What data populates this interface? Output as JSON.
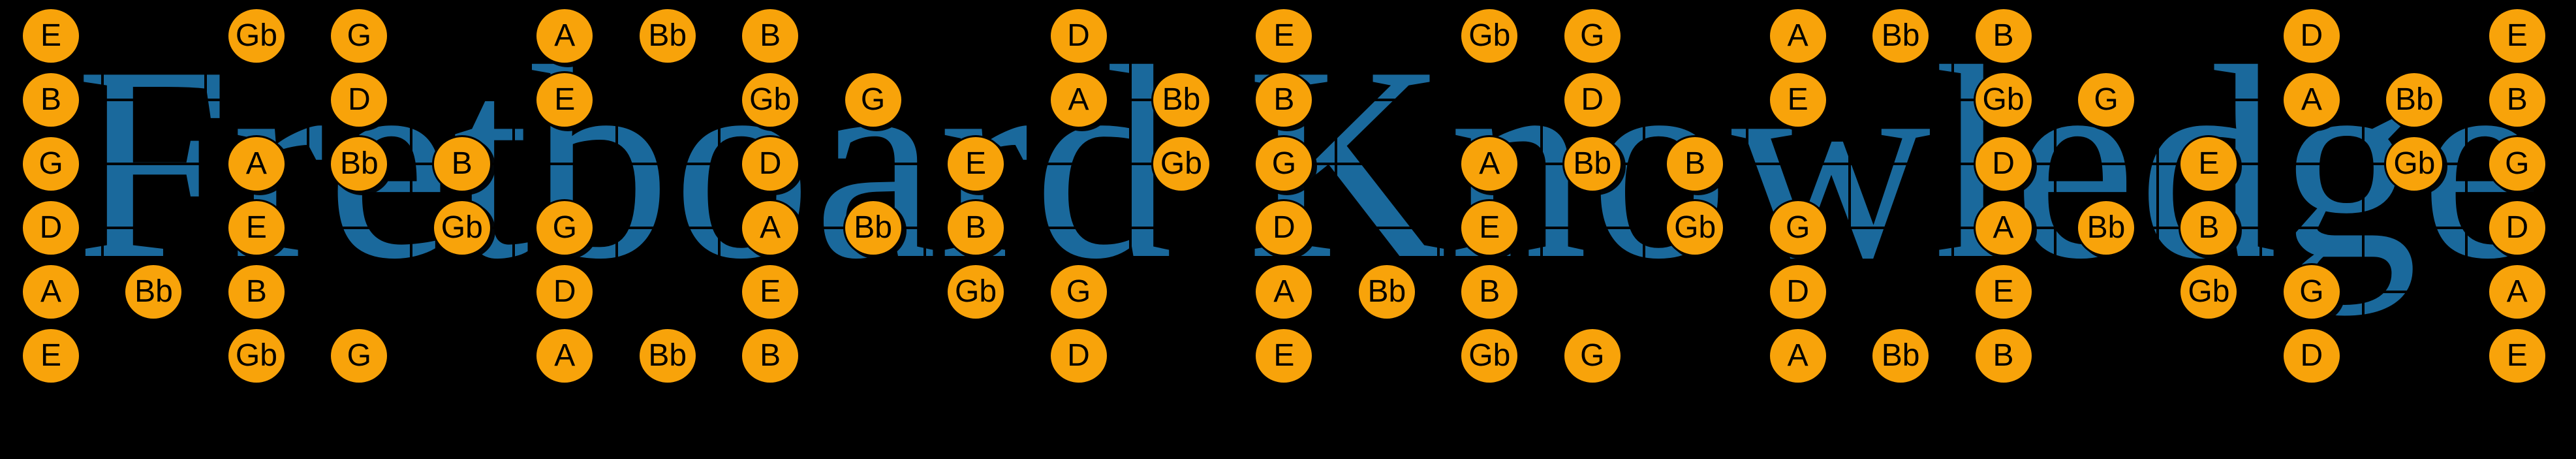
{
  "title": {
    "text": "Fretboard Knowledge",
    "color": "#1A699C"
  },
  "fretboard": {
    "string_count": 6,
    "fret_count": 24,
    "tuning_top_to_bottom": [
      "E",
      "B",
      "G",
      "D",
      "A",
      "E"
    ],
    "note_set": [
      "E",
      "Gb",
      "G",
      "A",
      "Bb",
      "B",
      "D"
    ],
    "colors": {
      "background": "#000000",
      "grid_line": "#000000",
      "marker_fill": "#F8A30A",
      "marker_outline": "#000000",
      "marker_text": "#000000"
    },
    "strings": [
      {
        "name": "string-1-high-E",
        "open_note": "E",
        "notes": [
          {
            "fret": 0,
            "note": "E"
          },
          {
            "fret": 2,
            "note": "Gb"
          },
          {
            "fret": 3,
            "note": "G"
          },
          {
            "fret": 5,
            "note": "A"
          },
          {
            "fret": 6,
            "note": "Bb"
          },
          {
            "fret": 7,
            "note": "B"
          },
          {
            "fret": 10,
            "note": "D"
          },
          {
            "fret": 12,
            "note": "E"
          },
          {
            "fret": 14,
            "note": "Gb"
          },
          {
            "fret": 15,
            "note": "G"
          },
          {
            "fret": 17,
            "note": "A"
          },
          {
            "fret": 18,
            "note": "Bb"
          },
          {
            "fret": 19,
            "note": "B"
          },
          {
            "fret": 22,
            "note": "D"
          },
          {
            "fret": 24,
            "note": "E"
          }
        ]
      },
      {
        "name": "string-2-B",
        "open_note": "B",
        "notes": [
          {
            "fret": 0,
            "note": "B"
          },
          {
            "fret": 3,
            "note": "D"
          },
          {
            "fret": 5,
            "note": "E"
          },
          {
            "fret": 7,
            "note": "Gb"
          },
          {
            "fret": 8,
            "note": "G"
          },
          {
            "fret": 10,
            "note": "A"
          },
          {
            "fret": 11,
            "note": "Bb"
          },
          {
            "fret": 12,
            "note": "B"
          },
          {
            "fret": 15,
            "note": "D"
          },
          {
            "fret": 17,
            "note": "E"
          },
          {
            "fret": 19,
            "note": "Gb"
          },
          {
            "fret": 20,
            "note": "G"
          },
          {
            "fret": 22,
            "note": "A"
          },
          {
            "fret": 23,
            "note": "Bb"
          },
          {
            "fret": 24,
            "note": "B"
          }
        ]
      },
      {
        "name": "string-3-G",
        "open_note": "G",
        "notes": [
          {
            "fret": 0,
            "note": "G"
          },
          {
            "fret": 2,
            "note": "A"
          },
          {
            "fret": 3,
            "note": "Bb"
          },
          {
            "fret": 4,
            "note": "B"
          },
          {
            "fret": 7,
            "note": "D"
          },
          {
            "fret": 9,
            "note": "E"
          },
          {
            "fret": 11,
            "note": "Gb"
          },
          {
            "fret": 12,
            "note": "G"
          },
          {
            "fret": 14,
            "note": "A"
          },
          {
            "fret": 15,
            "note": "Bb"
          },
          {
            "fret": 16,
            "note": "B"
          },
          {
            "fret": 19,
            "note": "D"
          },
          {
            "fret": 21,
            "note": "E"
          },
          {
            "fret": 23,
            "note": "Gb"
          },
          {
            "fret": 24,
            "note": "G"
          }
        ]
      },
      {
        "name": "string-4-D",
        "open_note": "D",
        "notes": [
          {
            "fret": 0,
            "note": "D"
          },
          {
            "fret": 2,
            "note": "E"
          },
          {
            "fret": 4,
            "note": "Gb"
          },
          {
            "fret": 5,
            "note": "G"
          },
          {
            "fret": 7,
            "note": "A"
          },
          {
            "fret": 8,
            "note": "Bb"
          },
          {
            "fret": 9,
            "note": "B"
          },
          {
            "fret": 12,
            "note": "D"
          },
          {
            "fret": 14,
            "note": "E"
          },
          {
            "fret": 16,
            "note": "Gb"
          },
          {
            "fret": 17,
            "note": "G"
          },
          {
            "fret": 19,
            "note": "A"
          },
          {
            "fret": 20,
            "note": "Bb"
          },
          {
            "fret": 21,
            "note": "B"
          },
          {
            "fret": 24,
            "note": "D"
          }
        ]
      },
      {
        "name": "string-5-A",
        "open_note": "A",
        "notes": [
          {
            "fret": 0,
            "note": "A"
          },
          {
            "fret": 1,
            "note": "Bb"
          },
          {
            "fret": 2,
            "note": "B"
          },
          {
            "fret": 5,
            "note": "D"
          },
          {
            "fret": 7,
            "note": "E"
          },
          {
            "fret": 9,
            "note": "Gb"
          },
          {
            "fret": 10,
            "note": "G"
          },
          {
            "fret": 12,
            "note": "A"
          },
          {
            "fret": 13,
            "note": "Bb"
          },
          {
            "fret": 14,
            "note": "B"
          },
          {
            "fret": 17,
            "note": "D"
          },
          {
            "fret": 19,
            "note": "E"
          },
          {
            "fret": 21,
            "note": "Gb"
          },
          {
            "fret": 22,
            "note": "G"
          },
          {
            "fret": 24,
            "note": "A"
          }
        ]
      },
      {
        "name": "string-6-low-E",
        "open_note": "E",
        "notes": [
          {
            "fret": 0,
            "note": "E"
          },
          {
            "fret": 2,
            "note": "Gb"
          },
          {
            "fret": 3,
            "note": "G"
          },
          {
            "fret": 5,
            "note": "A"
          },
          {
            "fret": 6,
            "note": "Bb"
          },
          {
            "fret": 7,
            "note": "B"
          },
          {
            "fret": 10,
            "note": "D"
          },
          {
            "fret": 12,
            "note": "E"
          },
          {
            "fret": 14,
            "note": "Gb"
          },
          {
            "fret": 15,
            "note": "G"
          },
          {
            "fret": 17,
            "note": "A"
          },
          {
            "fret": 18,
            "note": "Bb"
          },
          {
            "fret": 19,
            "note": "B"
          },
          {
            "fret": 22,
            "note": "D"
          },
          {
            "fret": 24,
            "note": "E"
          }
        ]
      }
    ]
  }
}
